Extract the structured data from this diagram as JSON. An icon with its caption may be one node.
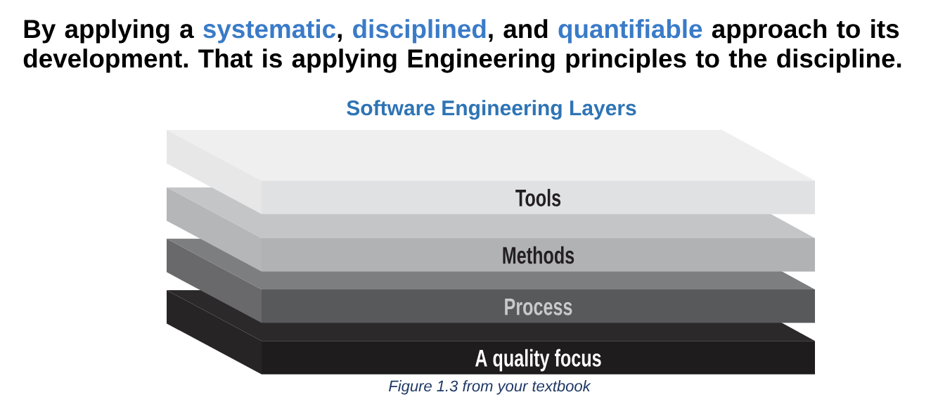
{
  "diagram": {
    "title": "Software Engineering Layers",
    "caption": "Figure 1.3 from your textbook",
    "nodes": [
      {
        "text": [
          "Tools"
        ]
      },
      {
        "text": [
          "Methods"
        ]
      },
      {
        "text": [
          "Process"
        ]
      },
      {
        "text": [
          "A quality focus"
        ]
      }
    ],
    "labels": [
      "By applying a **systematic**, **disciplined**, and **quantifiable** approach to its development. That is applying Engineering principles to the discipline."
    ]
  }
}
